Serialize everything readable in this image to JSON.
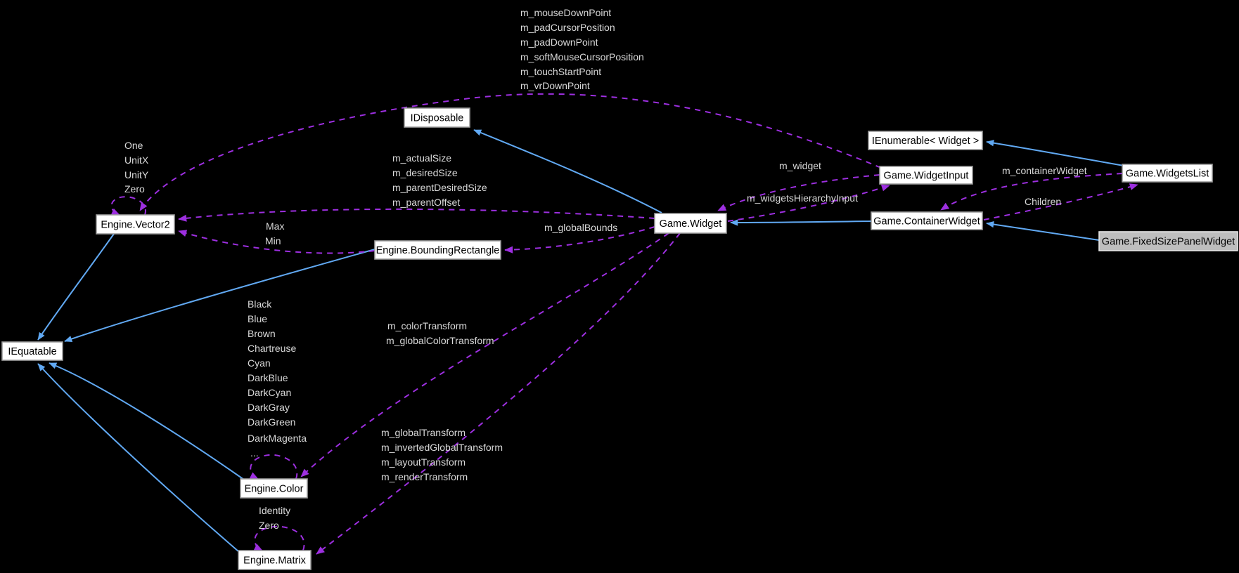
{
  "diagram": {
    "type": "collaboration-graph",
    "colors": {
      "background": "#000000",
      "inherit": "#61a9f3",
      "usage": "#9d2fe0",
      "node_fill": "#ffffff",
      "node_border": "#9c9c9c",
      "node_text": "#000000",
      "node_hl_fill": "#bebebe",
      "node_hl_border": "#e6e6e6",
      "label": "#d9d9d9"
    },
    "nodes": [
      {
        "id": "idisposable",
        "label": "IDisposable"
      },
      {
        "id": "vector2",
        "label": "Engine.Vector2"
      },
      {
        "id": "boundingrectangle",
        "label": "Engine.BoundingRectangle"
      },
      {
        "id": "iequatable",
        "label": "IEquatable"
      },
      {
        "id": "color",
        "label": "Engine.Color"
      },
      {
        "id": "matrix",
        "label": "Engine.Matrix"
      },
      {
        "id": "widget",
        "label": "Game.Widget"
      },
      {
        "id": "widgetinput",
        "label": "Game.WidgetInput"
      },
      {
        "id": "ienumerable_widget",
        "label": "IEnumerable< Widget >"
      },
      {
        "id": "containerwidget",
        "label": "Game.ContainerWidget"
      },
      {
        "id": "widgetslist",
        "label": "Game.WidgetsList"
      },
      {
        "id": "fixedsizepanel",
        "label": "Game.FixedSizePanelWidget"
      }
    ],
    "edges": [
      {
        "from": "widget",
        "to": "idisposable",
        "kind": "inheritance"
      },
      {
        "from": "vector2",
        "to": "iequatable",
        "kind": "inheritance"
      },
      {
        "from": "boundingrectangle",
        "to": "iequatable",
        "kind": "inheritance"
      },
      {
        "from": "color",
        "to": "iequatable",
        "kind": "inheritance"
      },
      {
        "from": "matrix",
        "to": "iequatable",
        "kind": "inheritance"
      },
      {
        "from": "widgetslist",
        "to": "ienumerable_widget",
        "kind": "inheritance"
      },
      {
        "from": "containerwidget",
        "to": "widget",
        "kind": "inheritance"
      },
      {
        "from": "fixedsizepanel",
        "to": "containerwidget",
        "kind": "inheritance"
      },
      {
        "from": "widgetinput",
        "to": "vector2",
        "kind": "usage",
        "labels_key": "widgetinput_to_vector2"
      },
      {
        "from": "vector2",
        "to": "vector2",
        "kind": "usage",
        "labels_key": "vector2_self"
      },
      {
        "from": "widget",
        "to": "vector2",
        "kind": "usage",
        "labels_key": "widget_to_vector2"
      },
      {
        "from": "boundingrectangle",
        "to": "vector2",
        "kind": "usage",
        "labels_key": "boundingrectangle_to_vector2"
      },
      {
        "from": "widget",
        "to": "boundingrectangle",
        "kind": "usage",
        "labels_key": "widget_to_boundingrectangle"
      },
      {
        "from": "widgetinput",
        "to": "widget",
        "kind": "usage",
        "labels_key": "widgetinput_to_widget"
      },
      {
        "from": "widget",
        "to": "widgetinput",
        "kind": "usage",
        "labels_key": "widget_to_widgetinput"
      },
      {
        "from": "widgetslist",
        "to": "containerwidget",
        "kind": "usage",
        "labels_key": "widgetslist_to_containerwidget"
      },
      {
        "from": "containerwidget",
        "to": "widgetslist",
        "kind": "usage",
        "labels_key": "containerwidget_to_widgetslist"
      },
      {
        "from": "widget",
        "to": "color",
        "kind": "usage",
        "labels_key": "widget_to_color"
      },
      {
        "from": "widget",
        "to": "matrix",
        "kind": "usage",
        "labels_key": "widget_to_matrix"
      },
      {
        "from": "color",
        "to": "color",
        "kind": "usage",
        "labels_key": "color_self"
      },
      {
        "from": "matrix",
        "to": "matrix",
        "kind": "usage",
        "labels_key": "matrix_self"
      }
    ],
    "edge_labels": {
      "widgetinput_to_vector2": [
        "m_mouseDownPoint",
        "m_padCursorPosition",
        "m_padDownPoint",
        "m_softMouseCursorPosition",
        "m_touchStartPoint",
        "m_vrDownPoint"
      ],
      "vector2_self": [
        "One",
        "UnitX",
        "UnitY",
        "Zero"
      ],
      "widget_to_vector2": [
        "m_actualSize",
        "m_desiredSize",
        "m_parentDesiredSize",
        "m_parentOffset"
      ],
      "boundingrectangle_to_vector2": [
        "Max",
        "Min"
      ],
      "widget_to_boundingrectangle": [
        "m_globalBounds"
      ],
      "widgetinput_to_widget": [
        "m_widget"
      ],
      "widget_to_widgetinput": [
        "m_widgetsHierarchyInput"
      ],
      "widgetslist_to_containerwidget": [
        "m_containerWidget"
      ],
      "containerwidget_to_widgetslist": [
        "Children"
      ],
      "widget_to_color": [
        "m_colorTransform",
        "m_globalColorTransform"
      ],
      "widget_to_matrix": [
        "m_globalTransform",
        "m_invertedGlobalTransform",
        "m_layoutTransform",
        "m_renderTransform"
      ],
      "color_self": [
        "Black",
        "Blue",
        "Brown",
        "Chartreuse",
        "Cyan",
        "DarkBlue",
        "DarkCyan",
        "DarkGray",
        "DarkGreen",
        "DarkMagenta",
        "..."
      ],
      "matrix_self": [
        "Identity",
        "Zero"
      ]
    }
  }
}
